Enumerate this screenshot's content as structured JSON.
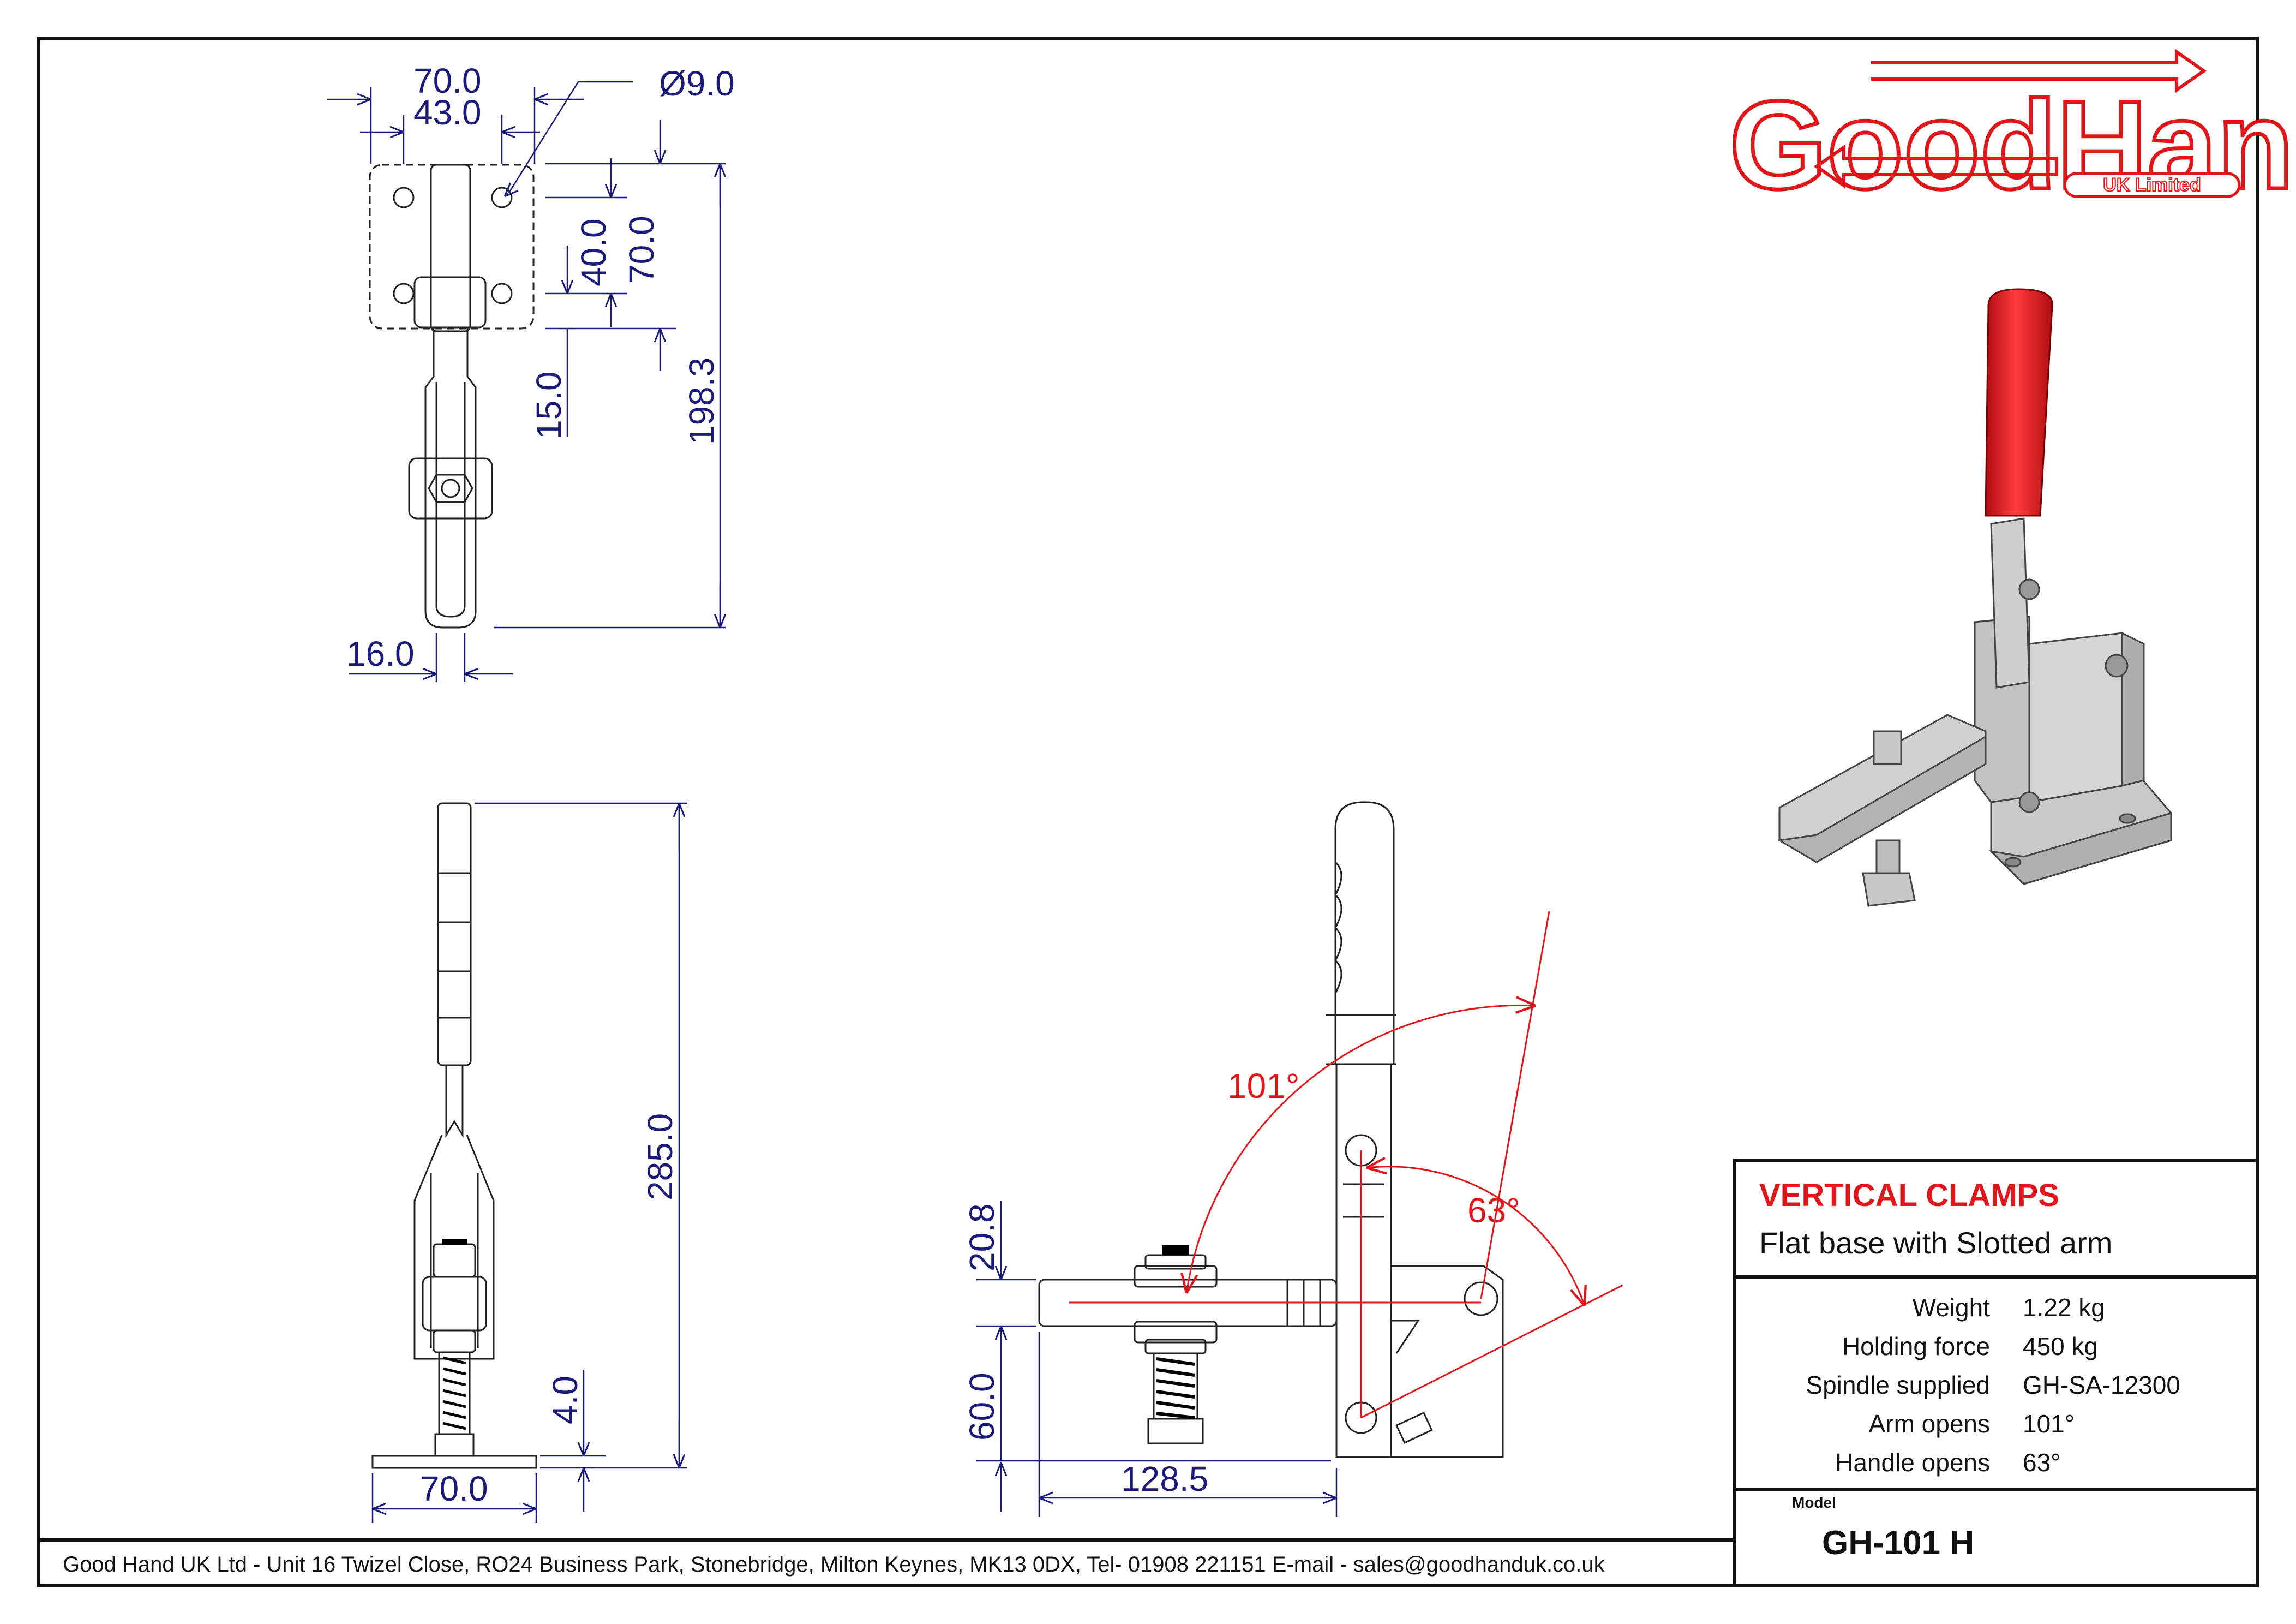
{
  "brand": {
    "name": "GoodHand",
    "sub": "UK Limited"
  },
  "dims_top": {
    "w1": "70.0",
    "w2": "43.0",
    "hole": "Ø9.0",
    "h40": "40.0",
    "h70": "70.0",
    "h15": "15.0",
    "h198": "198.3",
    "w16": "16.0"
  },
  "dims_front": {
    "h285": "285.0",
    "h4": "4.0",
    "w70": "70.0"
  },
  "dims_side": {
    "h20": "20.8",
    "h60": "60.0",
    "w128": "128.5",
    "a101": "101°",
    "a63": "63°"
  },
  "title": {
    "main": "VERTICAL CLAMPS",
    "sub": "Flat base with Slotted arm"
  },
  "specs": [
    {
      "label": "Weight",
      "value": "1.22 kg"
    },
    {
      "label": "Holding force",
      "value": "450 kg"
    },
    {
      "label": "Spindle supplied",
      "value": "GH-SA-12300"
    },
    {
      "label": "Arm opens",
      "value": "101°"
    },
    {
      "label": "Handle opens",
      "value": "63°"
    }
  ],
  "model": {
    "label": "Model",
    "value": "GH-101 H"
  },
  "footer": "Good Hand UK Ltd  - Unit 16 Twizel Close, RO24 Business Park, Stonebridge, Milton Keynes, MK13 0DX,  Tel- 01908 221151  E-mail - sales@goodhanduk.co.uk",
  "colors": {
    "dim": "#1a1a7a",
    "accent": "#e0161b",
    "line": "#111111"
  }
}
